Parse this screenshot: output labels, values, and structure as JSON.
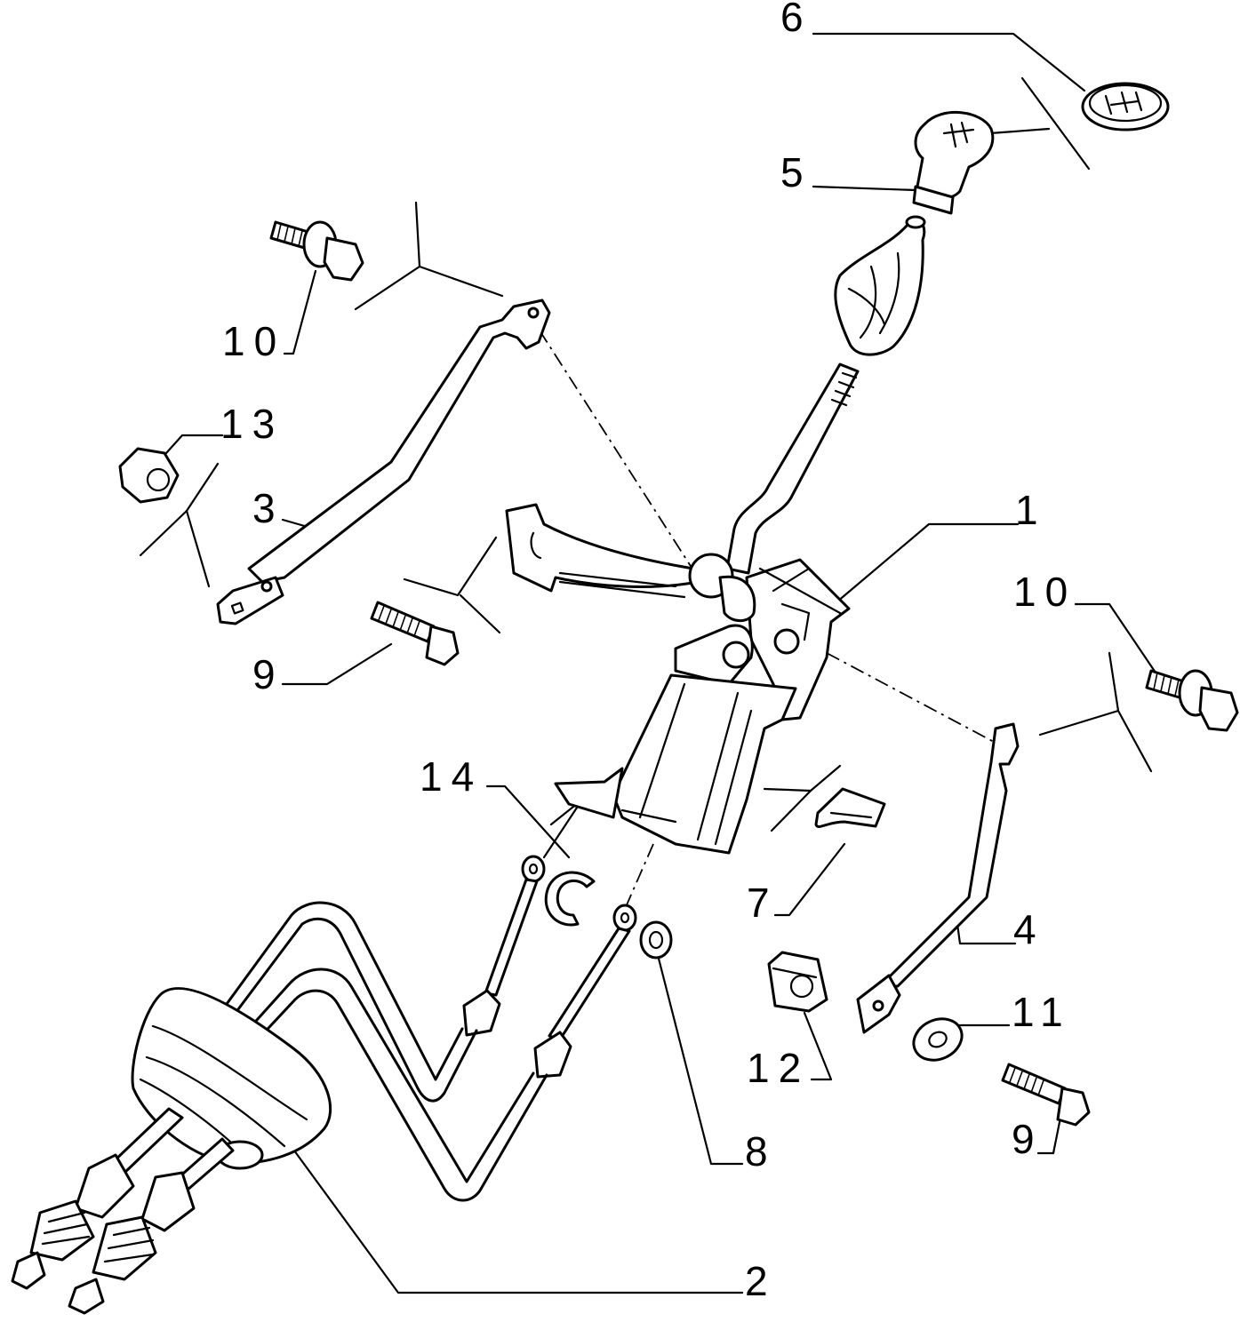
{
  "labels": {
    "l1": "1",
    "l2": "2",
    "l3": "3",
    "l4": "4",
    "l5": "5",
    "l6": "6",
    "l7": "7",
    "l8": "8",
    "l9a": "9",
    "l9b": "9",
    "l10a": "10",
    "l10b": "10",
    "l11": "11",
    "l12": "12",
    "l13": "13",
    "l14": "14"
  },
  "colors": {
    "line": "#000000",
    "background": "#ffffff"
  }
}
